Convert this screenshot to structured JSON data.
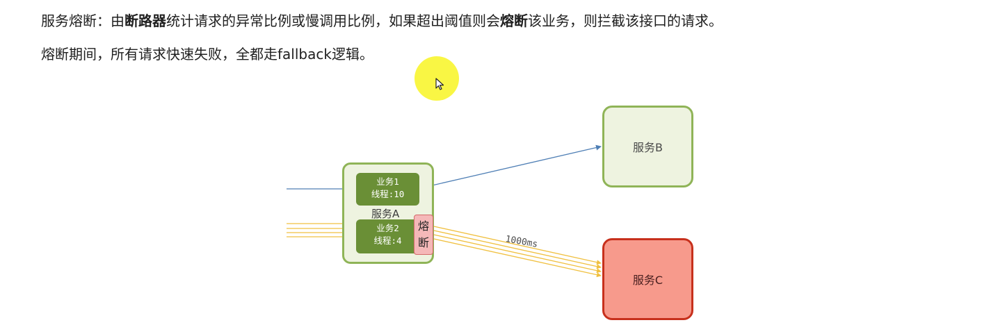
{
  "text": {
    "line1_prefix": "服务熔断：由",
    "line1_bold1": "断路器",
    "line1_mid": "统计请求的异常比例或慢调用比例，如果超出阈值则会",
    "line1_bold2": "熔断",
    "line1_suffix": "该业务，则拦截该接口的请求。",
    "line2": "熔断期间，所有请求快速失败，全都走fallback逻辑。"
  },
  "diagram": {
    "service_a": "服务A",
    "service_b": "服务B",
    "service_c": "服务C",
    "business1_line1": "业务1",
    "business1_line2": "线程:10",
    "business2_line1": "业务2",
    "business2_line2": "线程:4",
    "breaker_line1": "熔",
    "breaker_line2": "断",
    "latency_label": "1000ms"
  },
  "colors": {
    "service_border_green": "#8fb457",
    "service_fill_green": "#eef3e0",
    "business_fill": "#6a8f36",
    "service_c_border": "#c7301c",
    "service_c_fill": "#f79a8c",
    "breaker_fill": "#f5b8b8",
    "normal_arrow": "#4f7fb5",
    "slow_arrow": "#f0c040",
    "cursor_highlight": "#f9f53a"
  }
}
